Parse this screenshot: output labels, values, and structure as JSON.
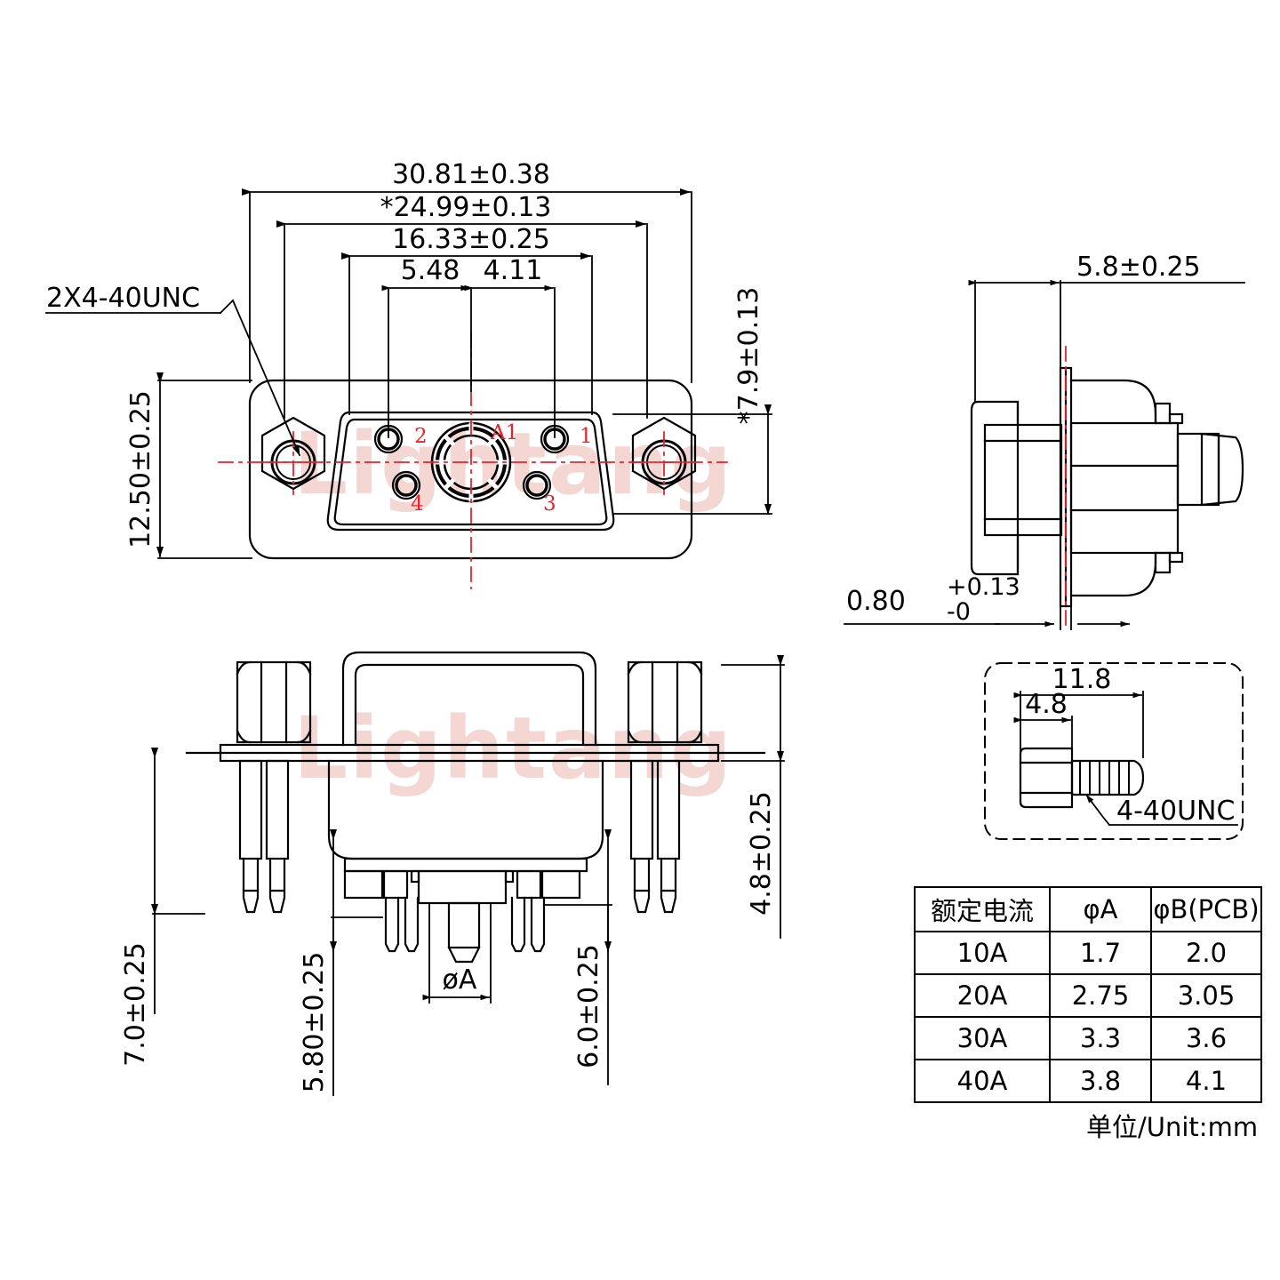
{
  "drawing": {
    "title": "D-SUB 5W1 coaxial connector outline drawing",
    "watermark_text": "Lightang",
    "watermark_color": "#f3cfcc",
    "line_color": "#000000",
    "centerline_color": "#e8232a"
  },
  "front_view": {
    "name": "front-view",
    "dimensions": {
      "overall_width": "30.81±0.38",
      "mounting_hole_spacing": "*24.99±0.13",
      "shell_width": "16.33±0.25",
      "pin_offset_left": "5.48",
      "pin_offset_right": "4.11",
      "overall_height": "12.50±0.25",
      "shell_height": "*7.9±0.13"
    },
    "thread_callout": "2X4-40UNC",
    "pin_labels": {
      "pin1": "1",
      "pin2": "2",
      "pin3": "3",
      "pin4": "4",
      "coax": "A1"
    }
  },
  "side_view": {
    "name": "side-view",
    "dimensions": {
      "body_depth": "5.8±0.25",
      "flange_thickness_base": "0.80",
      "flange_thickness_upper_tol": "+0.13",
      "flange_thickness_lower_tol": "-0"
    }
  },
  "bottom_view": {
    "name": "bottom-view",
    "dimensions": {
      "standoff_height": "4.8±0.25",
      "pin_length_outer": "7.0±0.25",
      "pin_length_signal": "5.80±0.25",
      "pin_length_coax": "6.0±0.25",
      "coax_pin_diameter": "øA"
    }
  },
  "screw_detail": {
    "name": "screw-detail",
    "dimensions": {
      "total_length": "11.8",
      "hex_length": "4.8"
    },
    "thread_callout": "4-40UNC"
  },
  "spec_table": {
    "name": "current-rating-table",
    "headers": [
      "额定电流",
      "φA",
      "φB(PCB)"
    ],
    "rows": [
      {
        "current": "10A",
        "phiA": "1.7",
        "phiB": "2.0"
      },
      {
        "current": "20A",
        "phiA": "2.75",
        "phiB": "3.05"
      },
      {
        "current": "30A",
        "phiA": "3.3",
        "phiB": "3.6"
      },
      {
        "current": "40A",
        "phiA": "3.8",
        "phiB": "4.1"
      }
    ],
    "unit_note": "单位/Unit:mm"
  }
}
